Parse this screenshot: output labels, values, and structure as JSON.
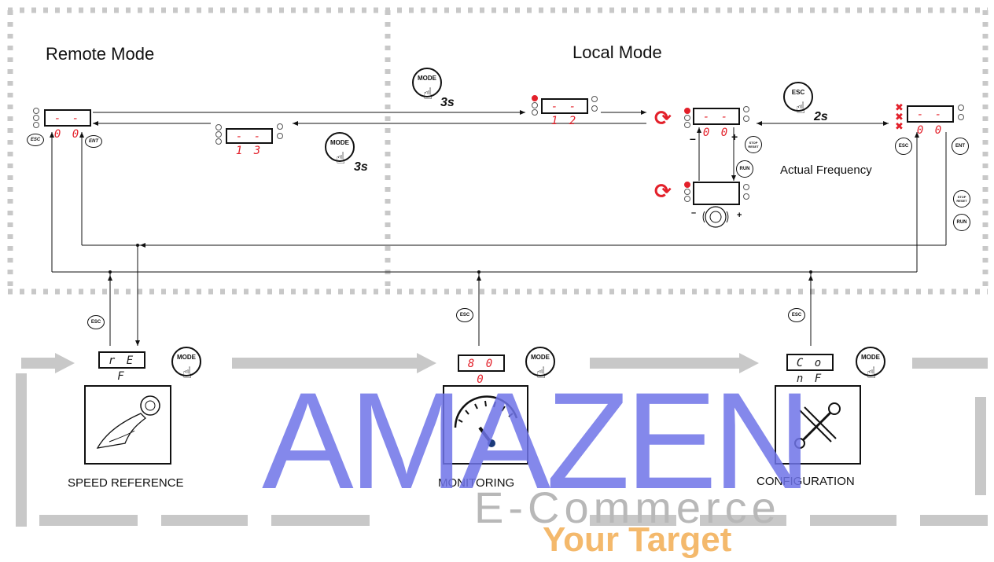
{
  "remote_mode": {
    "title": "Remote Mode"
  },
  "local_mode": {
    "title": "Local Mode"
  },
  "displays": {
    "remote": "- - 0 0",
    "remote_mid": "- - 1 3",
    "local_top": "- - 1 2",
    "local_main": "- - 0 0",
    "local_edit": "",
    "right": "- - 0 0",
    "ref": "r E F",
    "mon": "8 0 0",
    "conf": "C o n F"
  },
  "buttons": {
    "esc": "ESC",
    "ent": "ENT",
    "mode": "MODE",
    "stop_reset": "STOP RESET",
    "run": "RUN"
  },
  "timings": {
    "mode_hold_1": "3s",
    "mode_hold_2": "3s",
    "esc_hold": "2s"
  },
  "signs": {
    "minus": "–",
    "plus": "+"
  },
  "labels": {
    "actual_frequency": "Actual Frequency",
    "speed_reference": "SPEED REFERENCE",
    "monitoring": "MONITORING",
    "configuration": "CONFIGURATION"
  },
  "watermark": {
    "brand": "AMAZEN",
    "sub": "E-Commerce",
    "tag": "Your Target"
  },
  "colors": {
    "led_red": "#e3202a",
    "frame_gray": "#c8c8c8",
    "brand_blue": "#6f74e8",
    "brand_orange": "#f4b96c"
  }
}
